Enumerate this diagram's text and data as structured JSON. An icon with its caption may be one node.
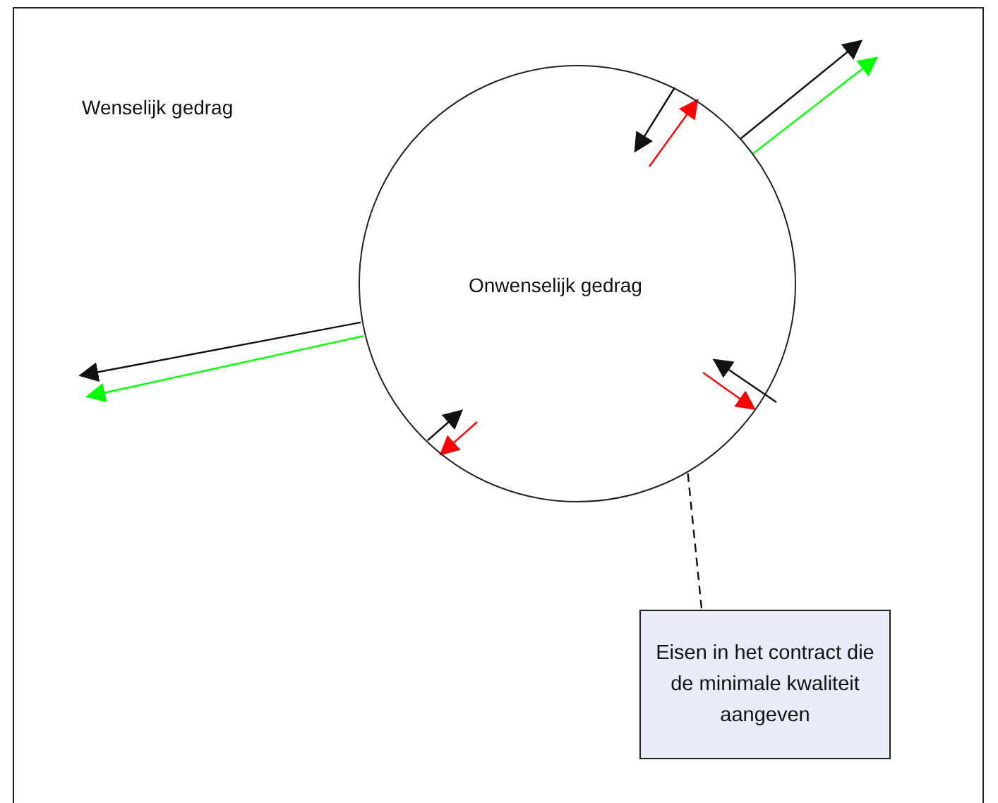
{
  "diagram": {
    "nodes": [
      {
        "text": [
          "Wenselijk gedrag"
        ]
      },
      {
        "text": [
          "Onwenselijk gedrag"
        ],
        "in": 0
      },
      {
        "text": [
          "Eisen in het contract die de minimale kwaliteit aangeven"
        ],
        "in": 0
      }
    ],
    "edges": [
      {
        "from": null,
        "to": 1,
        "arrow": "to"
      },
      {
        "from": null,
        "to": 1,
        "arrow": "to",
        "color": "#ff0000"
      },
      {
        "from": 1,
        "to": null,
        "arrow": "to"
      },
      {
        "from": 1,
        "to": null,
        "arrow": "to",
        "color": "#00ff00"
      },
      {
        "from": 1,
        "to": null,
        "arrow": "to"
      },
      {
        "from": 1,
        "to": null,
        "arrow": "to",
        "color": "#00ff00"
      },
      {
        "from": null,
        "to": 1,
        "arrow": "to"
      },
      {
        "from": null,
        "to": 1,
        "arrow": "to",
        "color": "#ff0000"
      },
      {
        "from": null,
        "to": 1,
        "arrow": "to"
      },
      {
        "from": null,
        "to": 1,
        "arrow": "to",
        "color": "#ff0000"
      },
      {
        "from": 2,
        "to": 1,
        "arrow": "none",
        "style": "dashed"
      }
    ]
  }
}
